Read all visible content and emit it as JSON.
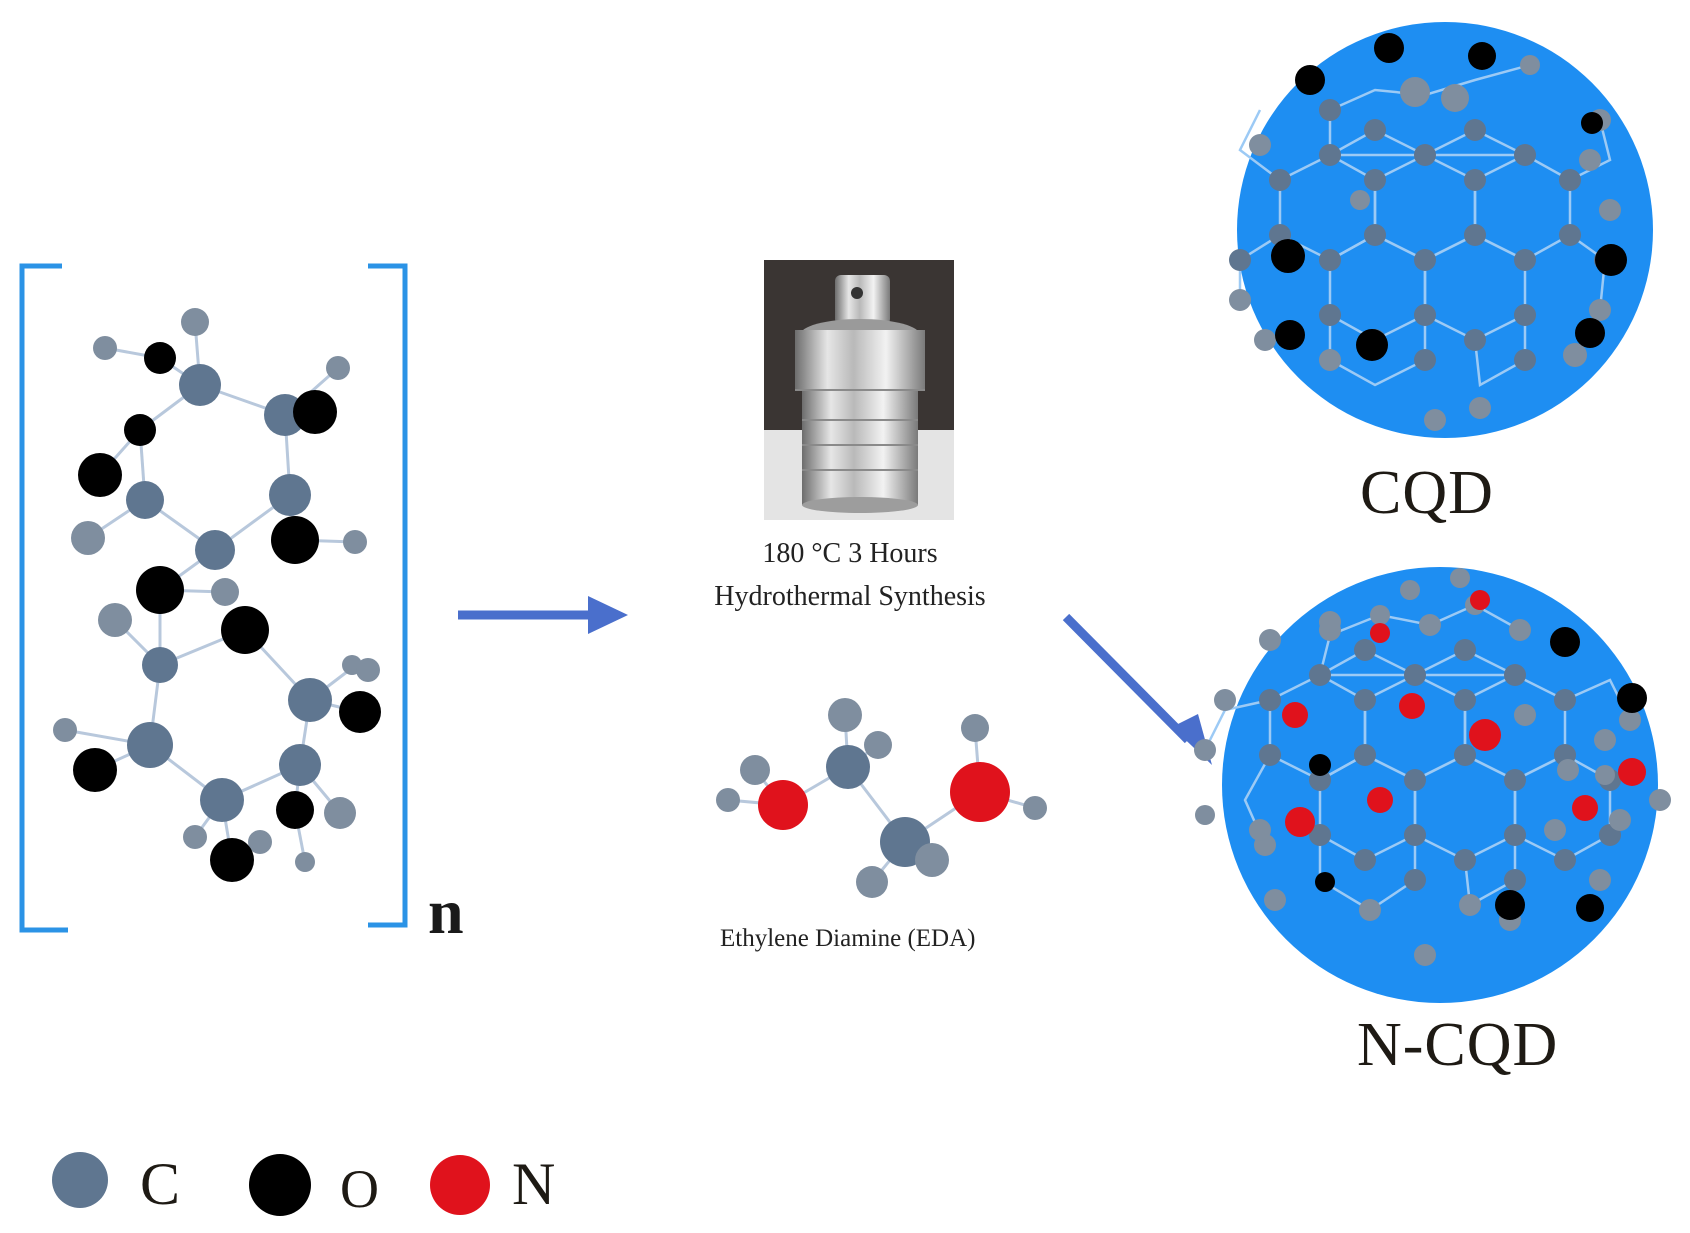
{
  "diagram": {
    "polymer_repeat_subscript": "n",
    "reaction_condition_line1": "180 °C 3 Hours",
    "reaction_condition_line2": "Hydrothermal Synthesis",
    "reagent_label": "Ethylene Diamine (EDA)",
    "product_top_label": "CQD",
    "product_bottom_label": "N-CQD",
    "legend": [
      {
        "symbol": "C",
        "color": "#5f7690"
      },
      {
        "symbol": "O",
        "color": "#000000"
      },
      {
        "symbol": "N",
        "color": "#e0121c"
      }
    ],
    "colors": {
      "dot_background": "#1e8ef2",
      "arrow": "#4a6fcc",
      "bracket": "#2b93e6",
      "bond": "#b8c8dc",
      "carbon_light": "#7f8e9f",
      "carbon_dark": "#5f7690"
    }
  }
}
